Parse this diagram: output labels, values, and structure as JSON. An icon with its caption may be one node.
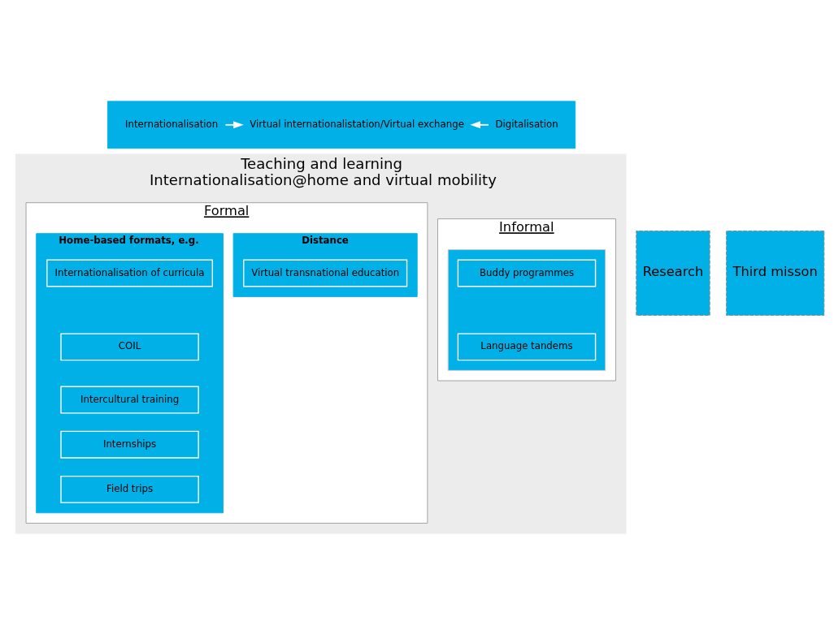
{
  "diagram": {
    "nodes": [
      {
        "text": [],
        "shape": "bar"
      },
      {
        "text": [
          "Internationalisation"
        ],
        "in": 0
      },
      {
        "text": [
          "Virtual internationalistation/Virtual exchange"
        ],
        "in": 0
      },
      {
        "text": [
          "Digitalisation"
        ],
        "in": 0
      },
      {
        "text": [
          "Teaching and learning",
          "Internationalisation@home and virtual mobility"
        ]
      },
      {
        "text": [
          "Formal"
        ],
        "in": 4
      },
      {
        "text": [
          "Home-based formats, e.g."
        ],
        "in": 5
      },
      {
        "text": [
          "Internationalisation of curricula"
        ],
        "in": 6
      },
      {
        "text": [
          "COIL"
        ],
        "in": 6
      },
      {
        "text": [
          "Intercultural training"
        ],
        "in": 6
      },
      {
        "text": [
          "Internships"
        ],
        "in": 6
      },
      {
        "text": [
          "Field trips"
        ],
        "in": 6
      },
      {
        "text": [
          "Distance"
        ],
        "in": 5
      },
      {
        "text": [
          "Virtual transnational education"
        ],
        "in": 12
      },
      {
        "text": [
          "Informal"
        ],
        "in": 4
      },
      {
        "text": [],
        "shape": "box",
        "in": 14
      },
      {
        "text": [
          "Buddy programmes"
        ],
        "in": 15
      },
      {
        "text": [
          "Language tandems"
        ],
        "in": 15
      },
      {
        "text": [
          "Research"
        ]
      },
      {
        "text": [
          "Third misson"
        ]
      }
    ],
    "edges": [
      {
        "from": 1,
        "to": 2,
        "arrow": "to"
      },
      {
        "from": 3,
        "to": 2,
        "arrow": "to"
      }
    ]
  }
}
